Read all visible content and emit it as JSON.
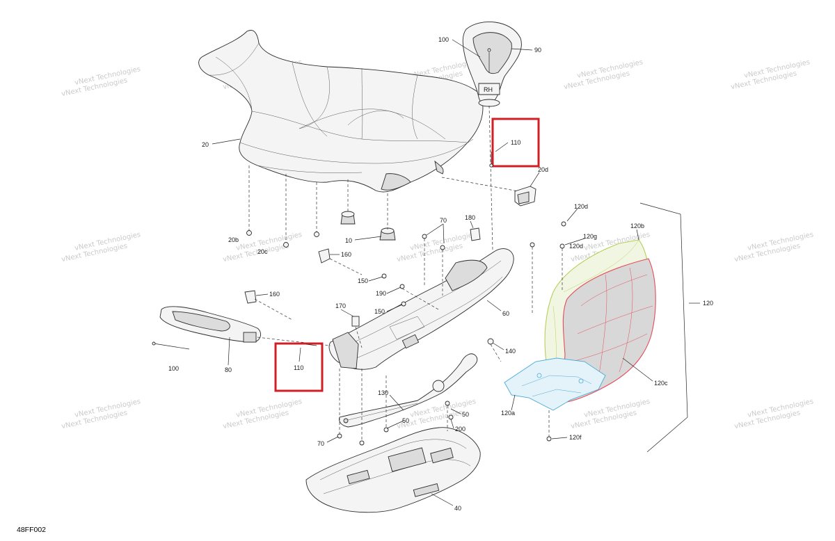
{
  "diagram_code": "48FF002",
  "watermark_text": "vNext Technologies",
  "colors": {
    "highlight": "#d21f26",
    "seat_outline": "#e64a5a",
    "seat_fill": "#d8d8d8",
    "backrest_green": "#b6cf5a",
    "bracket_blue": "#4aa9d8"
  },
  "callouts": {
    "p100_top": "100",
    "p90": "90",
    "p110_top": "110",
    "p20": "20",
    "p20d_top": "20d",
    "p120d_top": "120d",
    "p120b": "120b",
    "p120g": "120g",
    "p120d_mid": "120d",
    "p120": "120",
    "p20b": "20b",
    "p20c": "20c",
    "p10": "10",
    "p70_top": "70",
    "p180": "180",
    "p160_a": "160",
    "p160_b": "160",
    "p150_a": "150",
    "p190": "190",
    "p170": "170",
    "p150_b": "150",
    "p60": "60",
    "p140": "140",
    "p100_left": "100",
    "p80": "80",
    "p110_mid": "110",
    "p130": "130",
    "p50_a": "50",
    "p50_b": "50",
    "p200": "200",
    "p70_bottom": "70",
    "p40": "40",
    "p120a": "120a",
    "p120c": "120c",
    "p120f": "120f"
  }
}
